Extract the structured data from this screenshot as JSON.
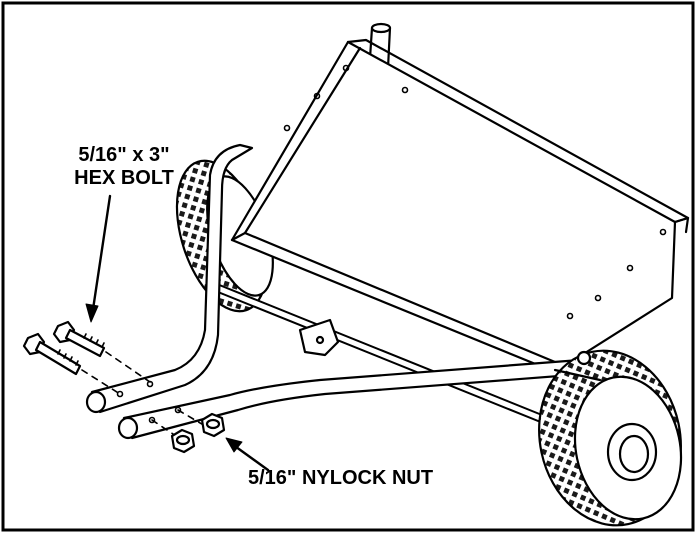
{
  "labels": {
    "bolt_line1": "5/16\" x 3\"",
    "bolt_line2": "HEX BOLT",
    "nut": "5/16\" NYLOCK NUT"
  },
  "colors": {
    "ink": "#000000",
    "paper": "#ffffff",
    "tire_dark": "#1a1a1a"
  }
}
